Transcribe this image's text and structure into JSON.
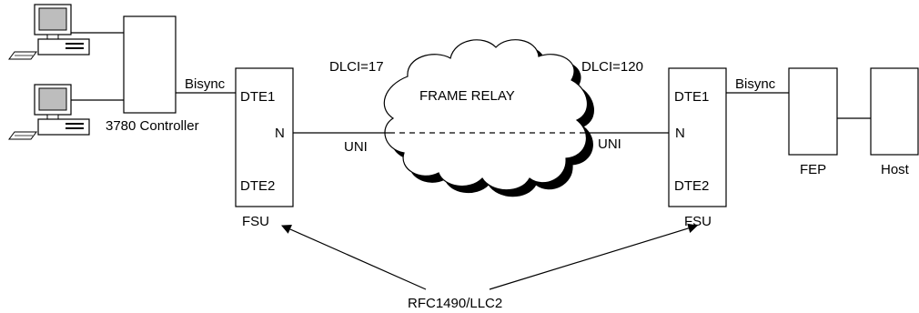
{
  "labels": {
    "bisync_left": "Bisync",
    "controller": "3780 Controller",
    "fsu_left": {
      "dte1": "DTE1",
      "n": "N",
      "dte2": "DTE2",
      "name": "FSU"
    },
    "fsu_right": {
      "dte1": "DTE1",
      "n": "N",
      "dte2": "DTE2",
      "name": "FSU"
    },
    "dlci_left": "DLCI=17",
    "dlci_right": "DLCI=120",
    "cloud": "FRAME RELAY",
    "uni_left": "UNI",
    "uni_right": "UNI",
    "bisync_right": "Bisync",
    "fep": "FEP",
    "host": "Host",
    "protocol": "RFC1490/LLC2"
  }
}
